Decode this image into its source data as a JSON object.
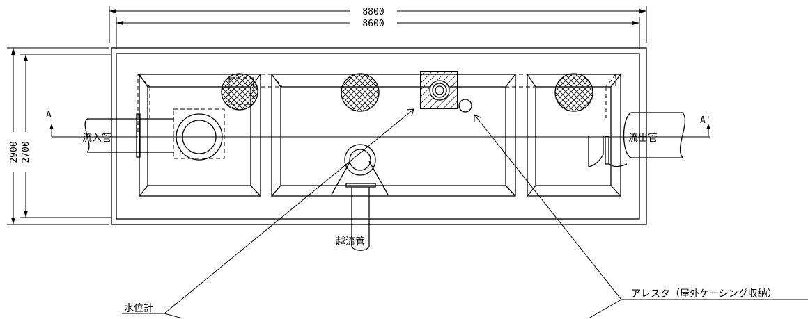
{
  "dimensions": {
    "overall_length": "8800",
    "inner_length": "8600",
    "overall_height": "2900",
    "inner_height": "2700"
  },
  "section_marks": {
    "left": "A",
    "right": "A'"
  },
  "labels": {
    "inlet_pipe": "流入管",
    "outlet_pipe": "流出管",
    "overflow_pipe": "越流管",
    "water_level_gauge": "水位計",
    "arrester": "アレスタ（屋外ケーシング収納）"
  }
}
